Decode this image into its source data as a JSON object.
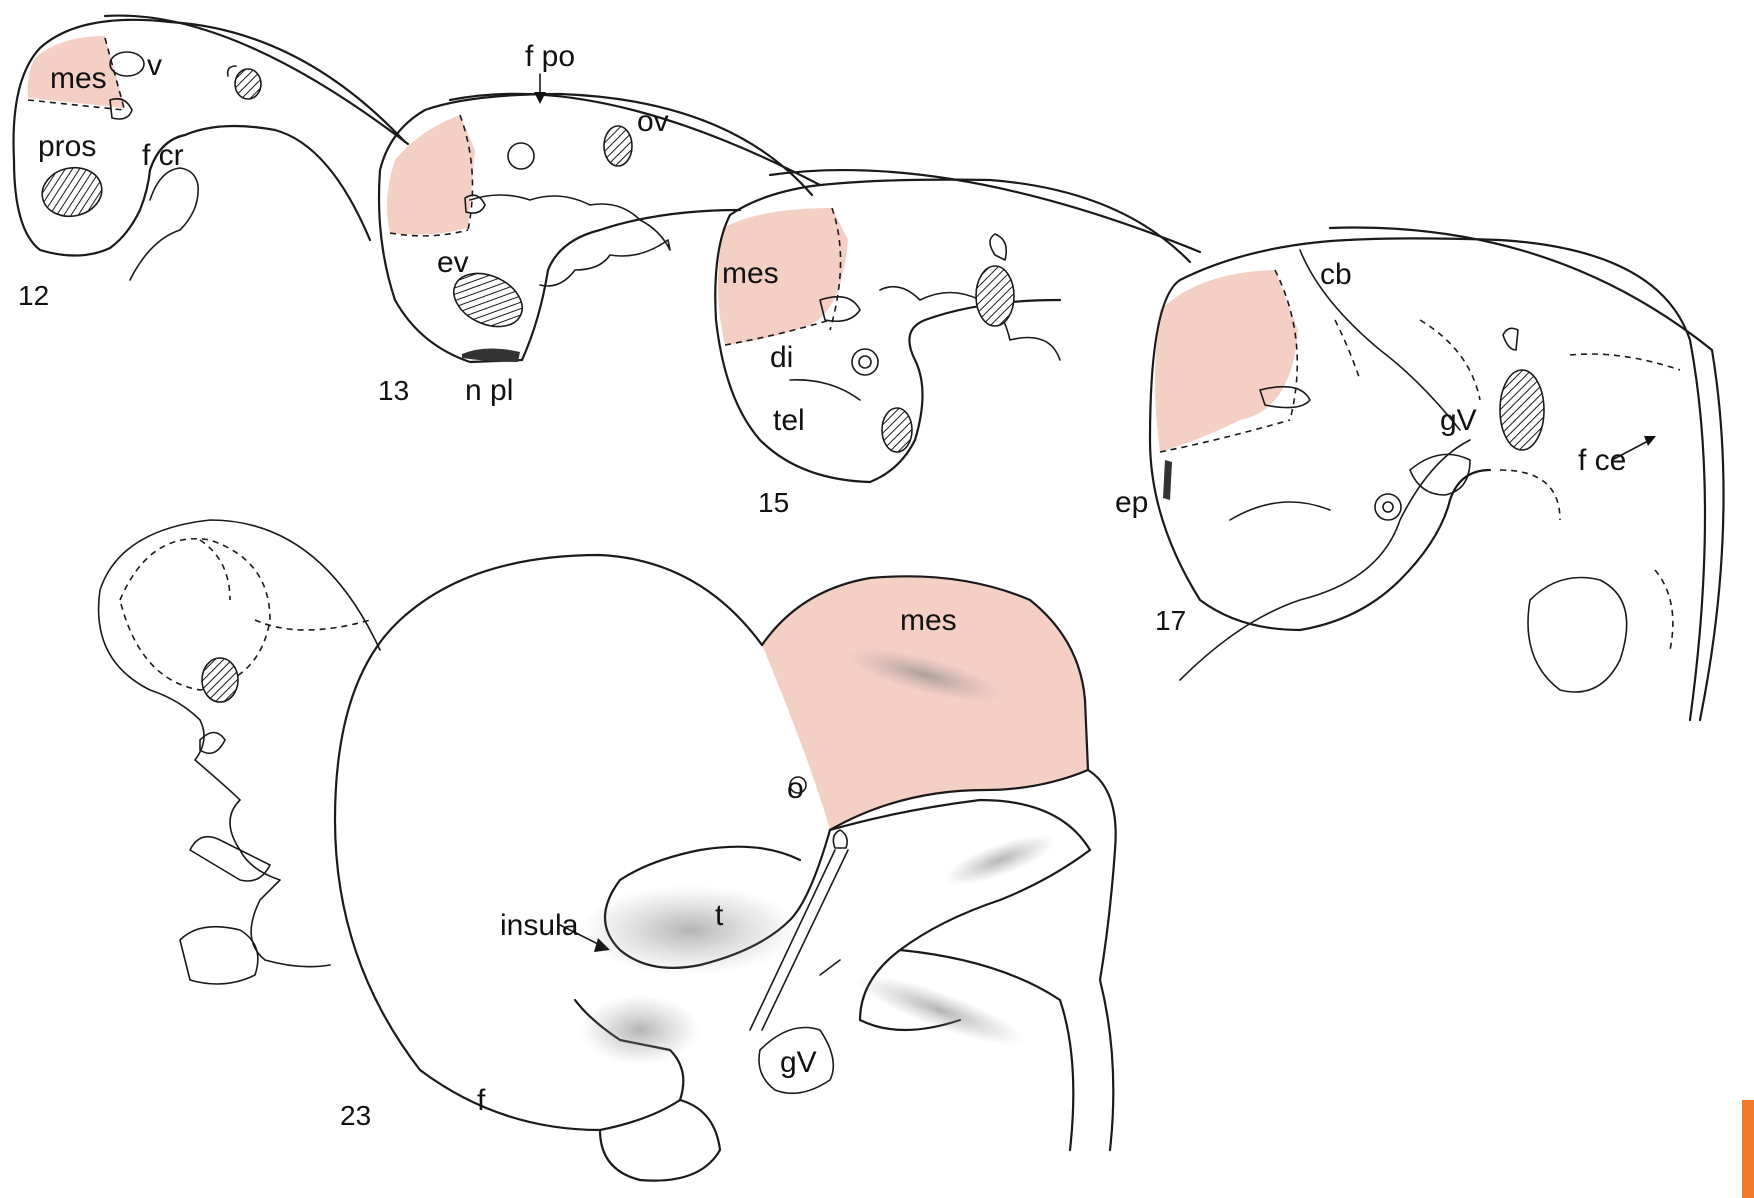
{
  "colors": {
    "mesencephalon_fill": "#f4cfc4",
    "accent_tab": "#f07a2a",
    "stipple": "#9a9a9a"
  },
  "stages": [
    {
      "id": "12",
      "number": "12",
      "labels": {
        "mes": "mes",
        "v": "v",
        "pros": "pros",
        "fcr": "f cr"
      }
    },
    {
      "id": "13",
      "number": "13",
      "labels": {
        "fpo": "f po",
        "ov": "ov",
        "ev": "ev",
        "npl": "n pl"
      }
    },
    {
      "id": "15",
      "number": "15",
      "labels": {
        "mes": "mes",
        "di": "di",
        "tel": "tel"
      }
    },
    {
      "id": "17",
      "number": "17",
      "labels": {
        "cb": "cb",
        "gV": "gV",
        "fce": "f ce",
        "ep": "ep"
      }
    },
    {
      "id": "23",
      "number": "23",
      "labels": {
        "mes": "mes",
        "o": "o",
        "insula": "insula",
        "t": "t",
        "gV": "gV",
        "f": "f"
      }
    }
  ]
}
